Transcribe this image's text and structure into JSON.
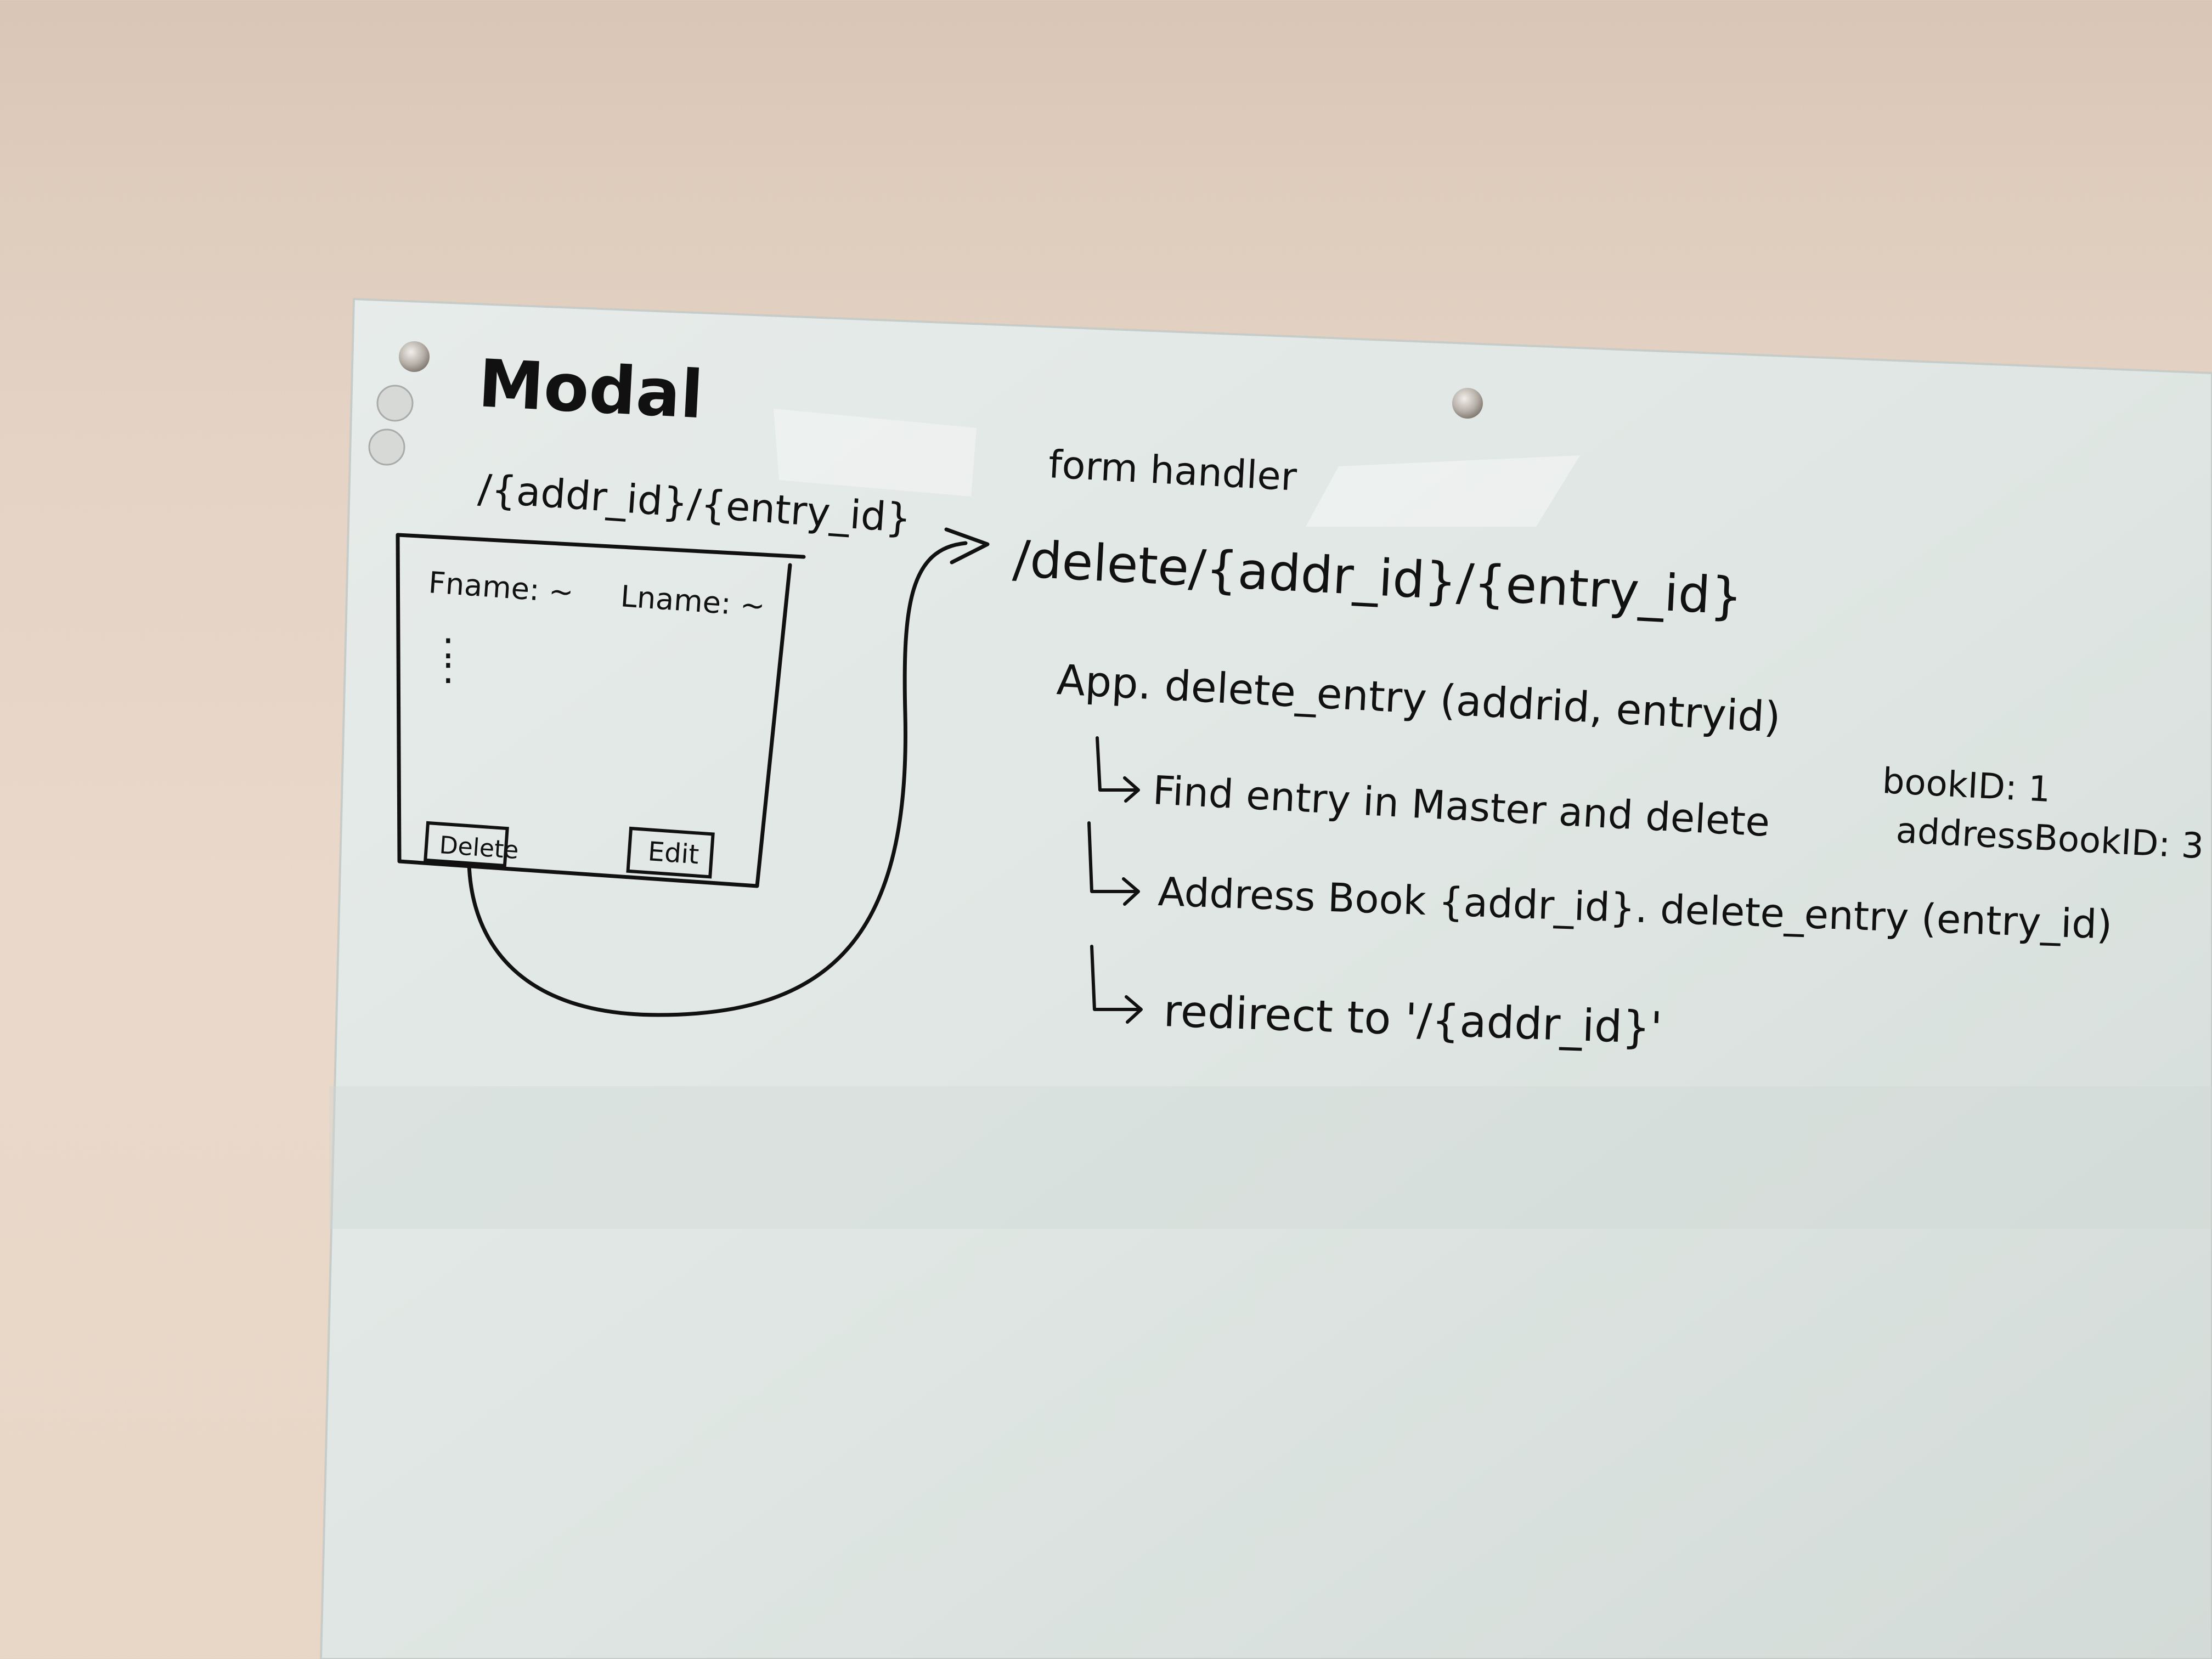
{
  "colors": {
    "wall": "#e6d4c4",
    "board": "#dfe6e3",
    "marker": "#111111",
    "standoff": "#b9b4ad"
  },
  "modal_sketch": {
    "title": "Modal",
    "route": "/{addr_id}/{entry_id}",
    "fname_label": "Fname: ~",
    "lname_label": "Lname: ~",
    "ellipsis": ":",
    "delete_button": "Delete",
    "edit_button": "Edit"
  },
  "form_handler": {
    "title": "form handler",
    "route": "/delete/{addr_id}/{entry_id}",
    "app_call": "App. delete_entry (addrid, entryid)",
    "step1": "Find entry in Master and delete",
    "step2": "Address Book {addr_id}. delete_entry (entry_id)",
    "step3": "redirect to '/{addr_id}'"
  },
  "side_notes": {
    "line1": "bookID: 1",
    "line2": "addressBookID: 3"
  }
}
